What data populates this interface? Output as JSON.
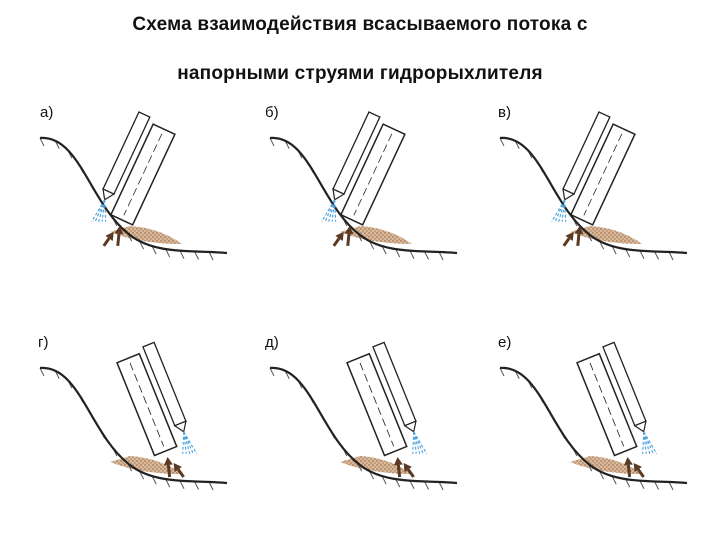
{
  "header": {
    "title_line1": "Схема взаимодействия всасываемого потока с",
    "title_line2": "напорными струями гидрорыхлителя"
  },
  "panels": [
    {
      "label": "а)",
      "tilt": "right",
      "jet": "left"
    },
    {
      "label": "б)",
      "tilt": "right",
      "jet": "left"
    },
    {
      "label": "в)",
      "tilt": "right",
      "jet": "left"
    },
    {
      "label": "г)",
      "tilt": "left",
      "jet": "right"
    },
    {
      "label": "д)",
      "tilt": "left",
      "jet": "right"
    },
    {
      "label": "е)",
      "tilt": "left",
      "jet": "right"
    }
  ],
  "colors": {
    "ink": "#222222",
    "hatch": "#555555",
    "jet": "#4aa3df",
    "arrow": "#5a3a22",
    "sediment": "#d9b99a",
    "sediment_dots": "#8a5a3a"
  }
}
